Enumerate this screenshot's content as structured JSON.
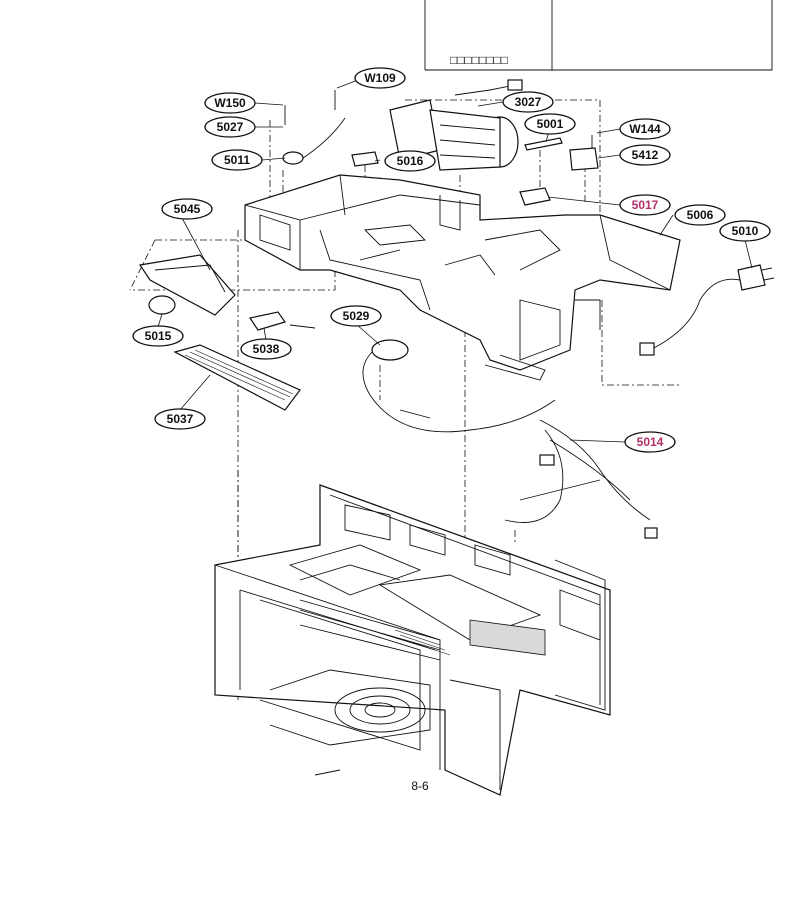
{
  "callouts": [
    {
      "id": "W109",
      "label": "W109"
    },
    {
      "id": "W150",
      "label": "W150"
    },
    {
      "id": "5027",
      "label": "5027"
    },
    {
      "id": "5011",
      "label": "5011"
    },
    {
      "id": "5016",
      "label": "5016"
    },
    {
      "id": "3027",
      "label": "3027"
    },
    {
      "id": "5001",
      "label": "5001"
    },
    {
      "id": "W144",
      "label": "W144"
    },
    {
      "id": "5412",
      "label": "5412"
    },
    {
      "id": "5017",
      "label": "5017",
      "highlight": true
    },
    {
      "id": "5045",
      "label": "5045"
    },
    {
      "id": "5006",
      "label": "5006"
    },
    {
      "id": "5010",
      "label": "5010"
    },
    {
      "id": "5029",
      "label": "5029"
    },
    {
      "id": "5015",
      "label": "5015"
    },
    {
      "id": "5038",
      "label": "5038"
    },
    {
      "id": "5037",
      "label": "5037"
    },
    {
      "id": "5014",
      "label": "5014",
      "highlight": true
    }
  ],
  "page_number": "8-6",
  "colors": {
    "line": "#111111",
    "highlight": "#b0306a",
    "background": "#ffffff"
  }
}
